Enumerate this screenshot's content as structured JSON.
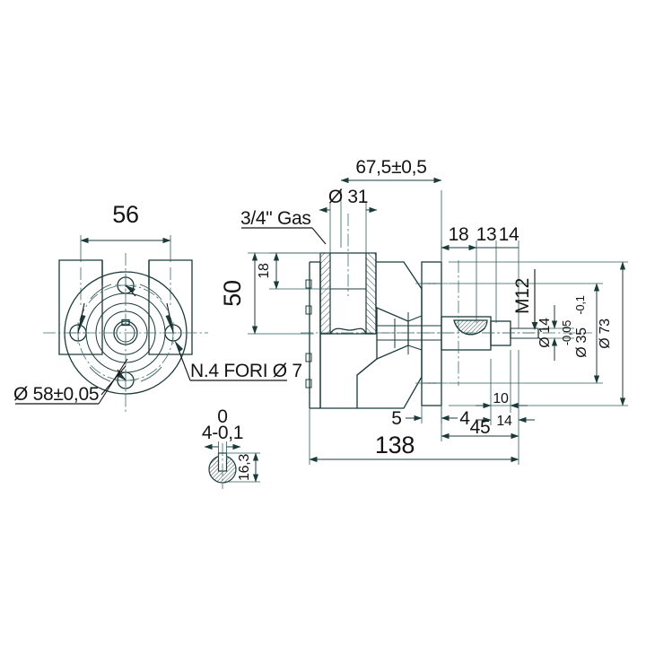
{
  "drawing": {
    "title": "Hydraulic gear pump dimensional drawing",
    "background_color": "#ffffff",
    "line_color": "#1b3a3a",
    "text_color": "#141414"
  },
  "front_view": {
    "name": "front-view",
    "dim_width_56": "56",
    "dim_bolt_circle": "Ø 58±0,05",
    "note_holes": "N.4 FORI Ø 7"
  },
  "key_detail": {
    "name": "key-section-detail",
    "dim_width_top": "0",
    "dim_width_bottom": "4-0,1",
    "dim_height": "16,3"
  },
  "side_view": {
    "name": "side-section-view",
    "dim_overall_length": "138",
    "dim_port_to_flange": "67,5±0,5",
    "dim_port_bore": "Ø 31",
    "label_port_thread": "3/4\" Gas",
    "dim_port_height": "50",
    "dim_port_offset": "18",
    "dim_seg_18": "18",
    "dim_seg_13": "13",
    "dim_seg_14": "14",
    "dim_bottom_5": "5",
    "dim_bottom_4": "4",
    "dim_bottom_10": "10",
    "dim_bottom_14": "14",
    "dim_bottom_45": "45",
    "label_thread_m12": "M12",
    "dim_shaft_14": "Ø 14",
    "dim_pilot_tol_upper": "-0,05",
    "dim_pilot_tol_lower": "-0,1",
    "dim_pilot": "Ø 35",
    "dim_flange_od": "Ø 73"
  }
}
